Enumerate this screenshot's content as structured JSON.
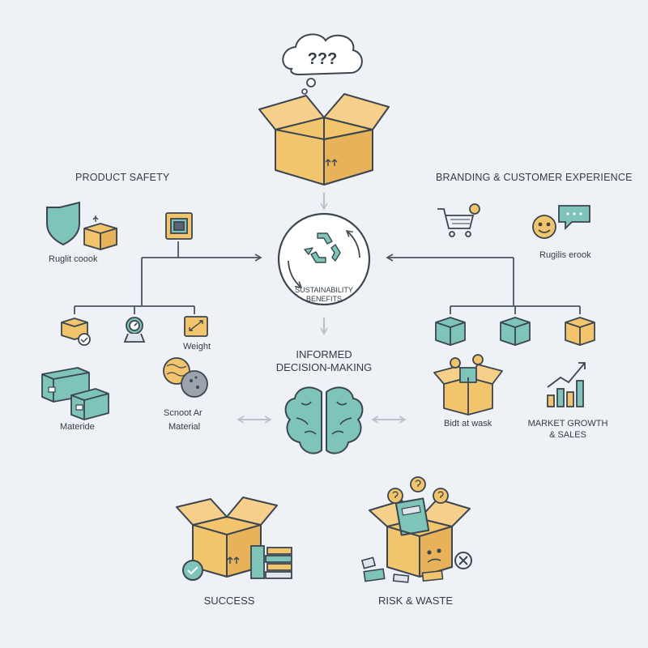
{
  "thought_bubble": {
    "text": "???"
  },
  "center": {
    "title": "SUSTAINABILITY\nBENEFITS",
    "title_line1": "SUSTAINABILITY",
    "title_line2": "BENEFITS"
  },
  "decision": {
    "line1": "INFORMED",
    "line2": "DECISION-MAKING"
  },
  "left_branch": {
    "heading": "PRODUCT SAFETY",
    "sublabel": "Ruglit coook",
    "items": {
      "weight": "Weight",
      "materials": "Materide",
      "sensor_line1": "Scnoot Ar",
      "sensor_line2": "Material"
    }
  },
  "right_branch": {
    "heading": "BRANDING & CUSTOMER EXPERIENCE",
    "sublabel": "Rugilis erook",
    "items": {
      "unbox": "Bidt at wask",
      "growth_line1": "MARKET GROWTH",
      "growth_line2": "& SALES"
    }
  },
  "outcomes": {
    "success": "SUCCESS",
    "risk": "RISK & WASTE"
  },
  "colors": {
    "background": "#eef1f5",
    "box": "#f2c46b",
    "box_dark": "#e2a94c",
    "teal": "#7fc4b8",
    "teal_dark": "#5aa79a",
    "outline": "#3b4650",
    "line": "#4a555f",
    "arrow_light": "#b9c2cb"
  }
}
